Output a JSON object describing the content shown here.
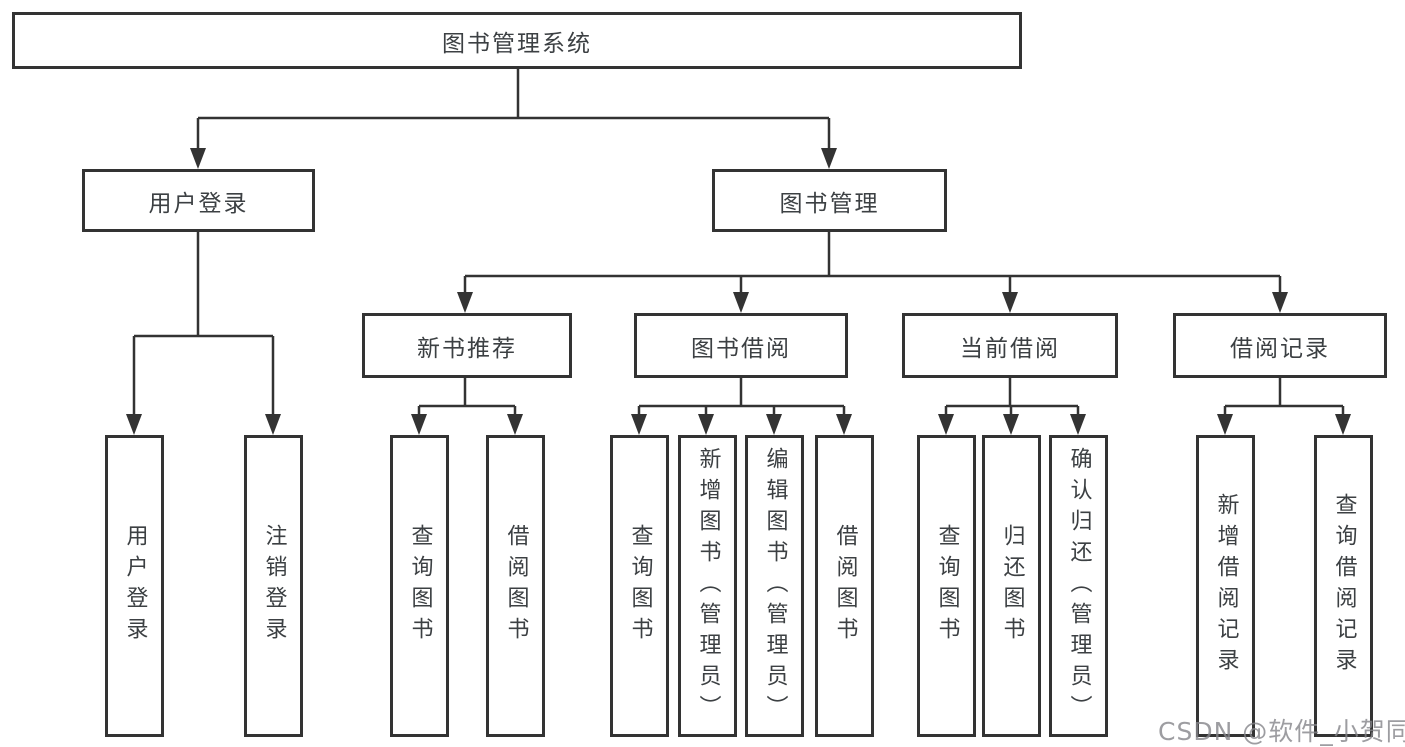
{
  "diagram": {
    "root": "图书管理系统",
    "level2": [
      "用户登录",
      "图书管理"
    ],
    "level3_parent": "图书管理",
    "level3": [
      "新书推荐",
      "图书借阅",
      "当前借阅",
      "借阅记录"
    ],
    "leaf_groups": [
      {
        "parent": "用户登录",
        "leaves": [
          "用户登录",
          "注销登录"
        ]
      },
      {
        "parent": "新书推荐",
        "leaves": [
          "查询图书",
          "借阅图书"
        ]
      },
      {
        "parent": "图书借阅",
        "leaves": [
          "查询图书",
          "新增图书（管理员）",
          "编辑图书（管理员）",
          "借阅图书"
        ]
      },
      {
        "parent": "当前借阅",
        "leaves": [
          "查询图书",
          "归还图书",
          "确认归还（管理员）"
        ]
      },
      {
        "parent": "借阅记录",
        "leaves": [
          "新增借阅记录",
          "查询借阅记录"
        ]
      }
    ],
    "watermark": "CSDN @软件_小贺同学",
    "colors": {
      "line": "#333333",
      "box_border": "#333333",
      "text": "#3c4043",
      "watermark": "#85858a",
      "background": "#ffffff"
    }
  }
}
